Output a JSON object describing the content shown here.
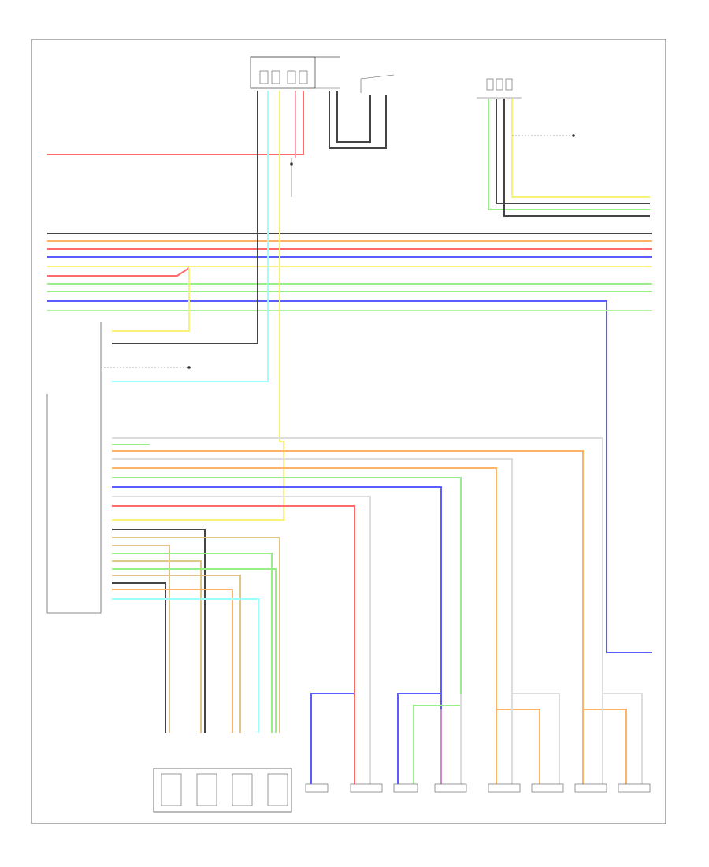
{
  "diagram": {
    "page_id": "",
    "blocks": {
      "top_connector": "",
      "top_right_connector": "",
      "top_right_module": "",
      "wire_note": "",
      "main_module": "",
      "control_unit": ""
    },
    "speakers": [
      {
        "id": "spk-1",
        "label": ""
      },
      {
        "id": "spk-2",
        "label": ""
      },
      {
        "id": "spk-3",
        "label": ""
      },
      {
        "id": "spk-4",
        "label": ""
      },
      {
        "id": "spk-5",
        "label": ""
      },
      {
        "id": "spk-6",
        "label": ""
      },
      {
        "id": "spk-7",
        "label": ""
      },
      {
        "id": "spk-8",
        "label": ""
      }
    ],
    "colors": {
      "red": "#ff6a6a",
      "black": "#444444",
      "pink": "#ff9fb0",
      "blue": "#5c5cff",
      "yellow": "#f7f27a",
      "green": "#99ee88",
      "light_green": "#b6f0a6",
      "light_blue": "#99ffff",
      "orange": "#ffb366",
      "tan": "#e0c488",
      "gray": "#cccccc",
      "violet": "#cc88cc"
    }
  }
}
